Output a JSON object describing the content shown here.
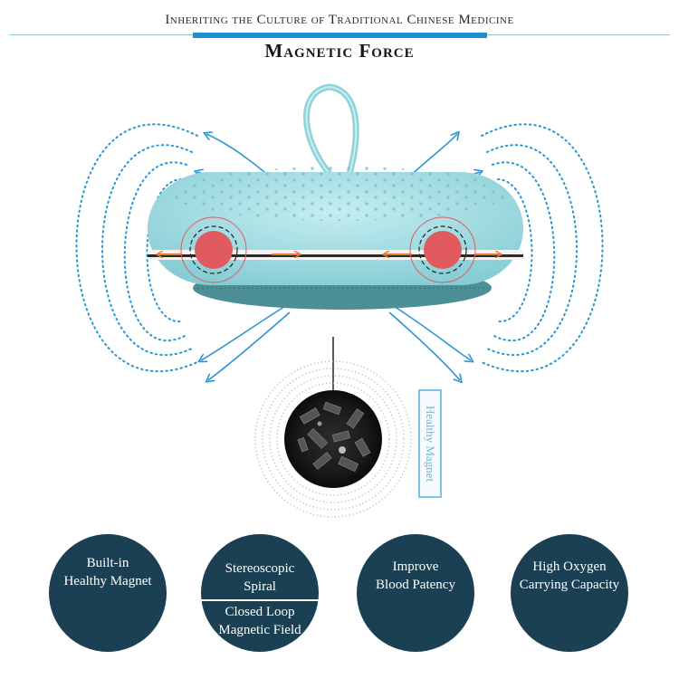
{
  "header": {
    "title": "Inheriting the Culture of Traditional Chinese Medicine",
    "section_title": "Magnetic Force"
  },
  "illustration": {
    "magnet_label": "Healthy Magnet",
    "product_color": "#9fdde3",
    "magnet_color": "#e05a5f",
    "field_line_color": "#2a95d3"
  },
  "features": [
    {
      "lines": [
        "Built-in",
        "Healthy Magnet"
      ]
    },
    {
      "lines": [
        "Stereoscopic",
        "Spiral"
      ],
      "lines_after_divider": [
        "Closed Loop",
        "Magnetic Field"
      ]
    },
    {
      "lines": [
        "Improve",
        "Blood Patency"
      ]
    },
    {
      "lines": [
        "High Oxygen",
        "Carrying Capacity"
      ]
    }
  ],
  "colors": {
    "accent": "#1e8fd0",
    "circle_bg": "#1b3f53"
  }
}
